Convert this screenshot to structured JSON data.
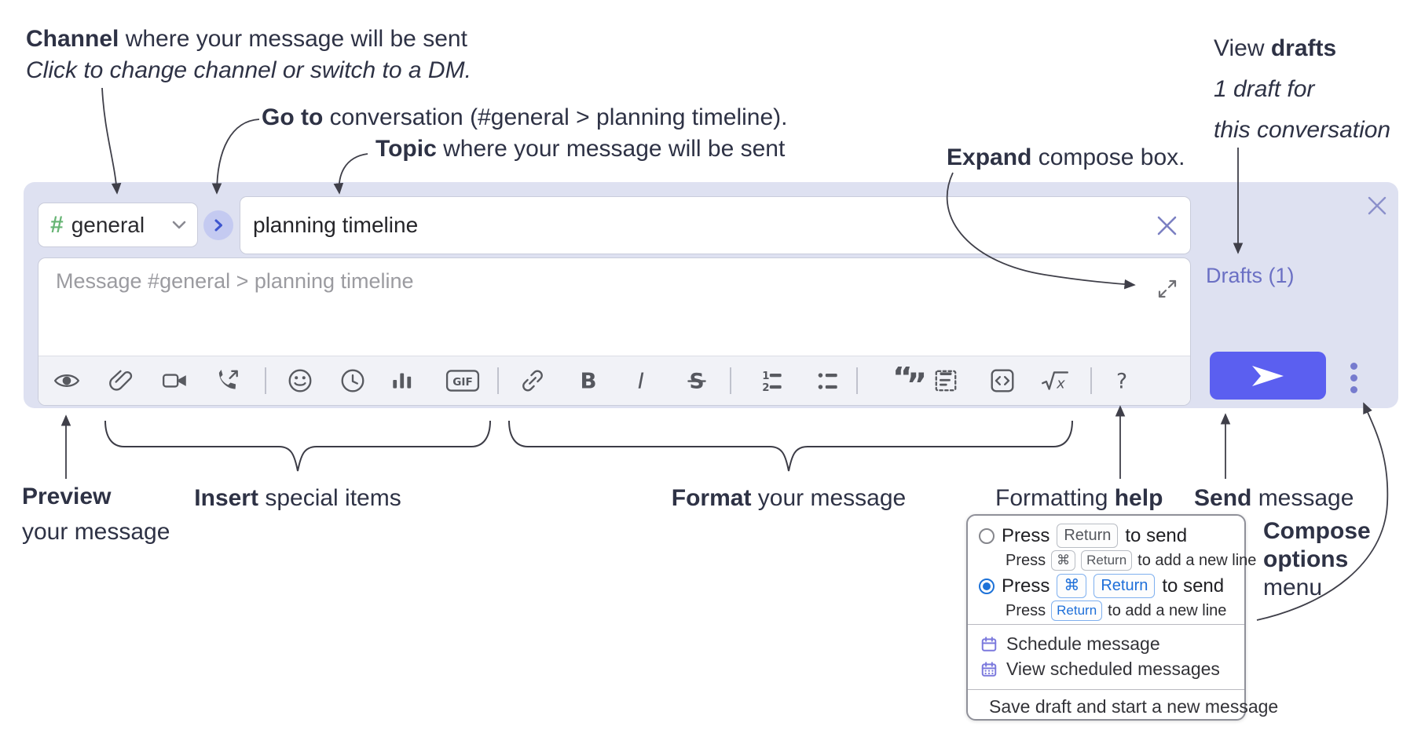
{
  "annotations": {
    "channel": {
      "bold": "Channel",
      "rest": " where your message will be sent",
      "sub": "Click to change channel or switch to a DM."
    },
    "goto": {
      "bold": "Go to",
      "rest": " conversation (#general > planning timeline)."
    },
    "topic": {
      "bold": "Topic",
      "rest": " where your message will be sent"
    },
    "expand": {
      "bold": "Expand",
      "rest": " compose box."
    },
    "view_drafts": {
      "pre": "View ",
      "bold": "drafts",
      "line2": "1 draft for",
      "line3": "this conversation"
    },
    "preview": {
      "bold": "Preview",
      "line2": "your message"
    },
    "insert": {
      "bold": "Insert",
      "rest": " special items"
    },
    "format": {
      "bold": "Format",
      "rest": " your message"
    },
    "formatting_help": {
      "pre": "Formatting ",
      "bold": "help"
    },
    "send": {
      "bold": "Send",
      "rest": " message"
    },
    "compose_options": {
      "line1": "Compose",
      "line2": "options",
      "line3": "menu"
    }
  },
  "compose": {
    "channel": {
      "hash": "#",
      "name": "general"
    },
    "topic_value": "planning timeline",
    "message_placeholder": "Message #general > planning timeline",
    "drafts_link": "Drafts (1)",
    "toolbar_icons": [
      "preview-eye",
      "attach-file",
      "start-video-call",
      "start-voice-call",
      "add-emoji",
      "add-global-time",
      "create-poll",
      "add-gif",
      "link",
      "bold",
      "italic",
      "strikethrough",
      "numbered-list",
      "bulleted-list",
      "quote",
      "spoiler",
      "code",
      "math",
      "message-formatting-help"
    ],
    "gif_label": "GIF",
    "bold_label": "B",
    "italic_label": "I",
    "strike_label": "S",
    "math_x_label": "x",
    "help_label": "?",
    "quote_open": "“",
    "quote_close": "”",
    "ol_1": "1",
    "ol_2": "2"
  },
  "popup": {
    "option1": {
      "press": "Press",
      "key1": "Return",
      "tail": "to send",
      "sub": {
        "press": "Press",
        "key1": "⌘",
        "key2": "Return",
        "tail": "to add a new line"
      }
    },
    "option2": {
      "press": "Press",
      "key1": "⌘",
      "key2": "Return",
      "tail": "to send",
      "sub": {
        "press": "Press",
        "key1": "Return",
        "tail": "to add a new line"
      }
    },
    "items": [
      {
        "label": "Schedule message"
      },
      {
        "label": "View scheduled messages"
      },
      {
        "label": "Save draft and start a new message"
      }
    ]
  },
  "colors": {
    "compose_bg": "#dee1f1",
    "accent_indigo": "#5b5ff0",
    "drafts_link": "#6b70c4",
    "hash_green": "#68b575",
    "radio_blue": "#1d72d8",
    "popup_icon_purple": "#7b79dd",
    "annotation_text": "#2e3245",
    "toolbar_icon": "#585a60"
  }
}
